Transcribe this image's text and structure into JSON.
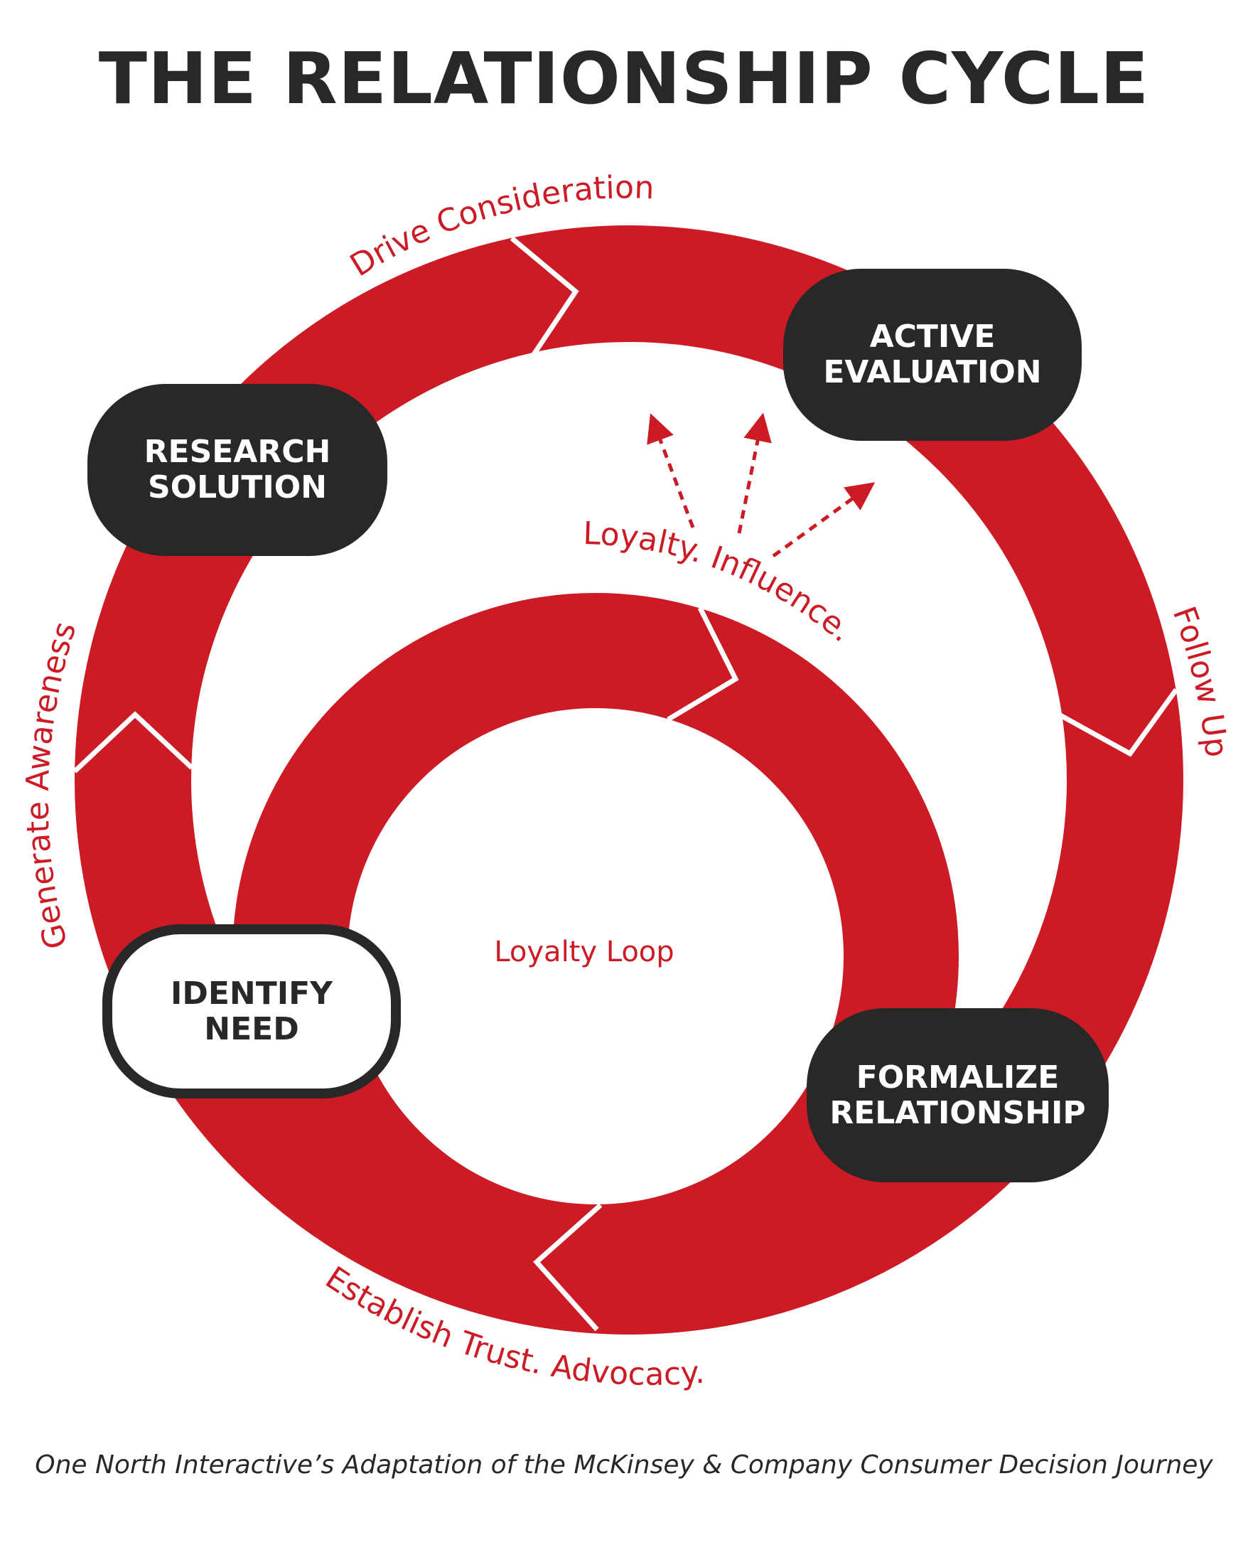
{
  "title": "THE RELATIONSHIP CYCLE",
  "colors": {
    "accent_red": "#cc1b24",
    "dark": "#282828",
    "background": "#ffffff"
  },
  "stages": [
    {
      "id": "research",
      "label_line1": "RESEARCH",
      "label_line2": "SOLUTION",
      "style": "dark"
    },
    {
      "id": "active",
      "label_line1": "ACTIVE",
      "label_line2": "EVALUATION",
      "style": "dark"
    },
    {
      "id": "identify",
      "label_line1": "IDENTIFY",
      "label_line2": "NEED",
      "style": "outlined"
    },
    {
      "id": "formalize",
      "label_line1": "FORMALIZE",
      "label_line2": "RELATIONSHIP",
      "style": "dark"
    }
  ],
  "arc_labels": {
    "drive": "Drive Consideration",
    "generate": "Generate Awareness",
    "follow": "Follow Up",
    "establish": "Establish Trust. Advocacy.",
    "loyalty_influence": "Loyalty. Influence.",
    "loyalty_loop": "Loyalty Loop"
  },
  "caption": "One North Interactive’s Adaptation of the McKinsey & Company Consumer Decision Journey"
}
